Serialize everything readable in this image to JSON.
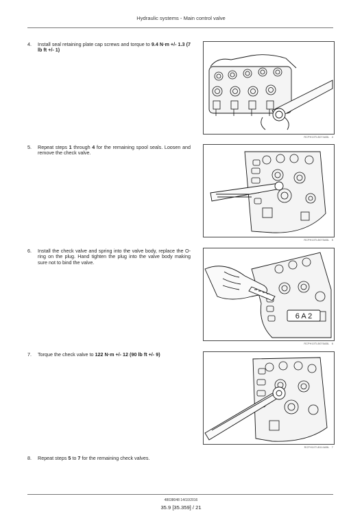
{
  "header": {
    "title": "Hydraulic systems - Main control valve"
  },
  "steps": [
    {
      "num": "4.",
      "pre": "Install seal retaining plate cap screws and torque to ",
      "bold1": "9.4 N·m +/- 1.3 (7 lb ft +/- 1)",
      "mid": "",
      "bold2": "",
      "post": ""
    },
    {
      "num": "5.",
      "pre": "Repeat steps ",
      "bold1": "1",
      "mid": " through ",
      "bold2": "4",
      "post": " for the remaining spool seals. Loosen and remove the check valve."
    },
    {
      "num": "6.",
      "pre": "Install the check valve and spring into the valve body, replace the O-ring on the plug. Hand tighten the plug into the valve body making sure not to bind the valve.",
      "bold1": "",
      "mid": "",
      "bold2": "",
      "post": ""
    },
    {
      "num": "7.",
      "pre": "Torque the check valve to ",
      "bold1": "122 N·m +/- 12 (90 lb ft +/- 9)",
      "mid": "",
      "bold2": "",
      "post": ""
    },
    {
      "num": "8.",
      "pre": "Repeat steps ",
      "bold1": "5",
      "mid": " to ",
      "bold2": "7",
      "post": " for the remaining check valves."
    }
  ],
  "figures": [
    {
      "id": "RCPH10TLB074ABL",
      "number": "4"
    },
    {
      "id": "RCPH10TLB075ABL",
      "number": "5"
    },
    {
      "id": "RCPH10TLB076ABL",
      "number": "6",
      "stamp": "6 A 2"
    },
    {
      "id": "RCPH10TLB114ABL",
      "number": "7"
    }
  ],
  "footer": {
    "meta": "48038048 14/10/2016",
    "page": "35.9 [35.359] / 21"
  }
}
